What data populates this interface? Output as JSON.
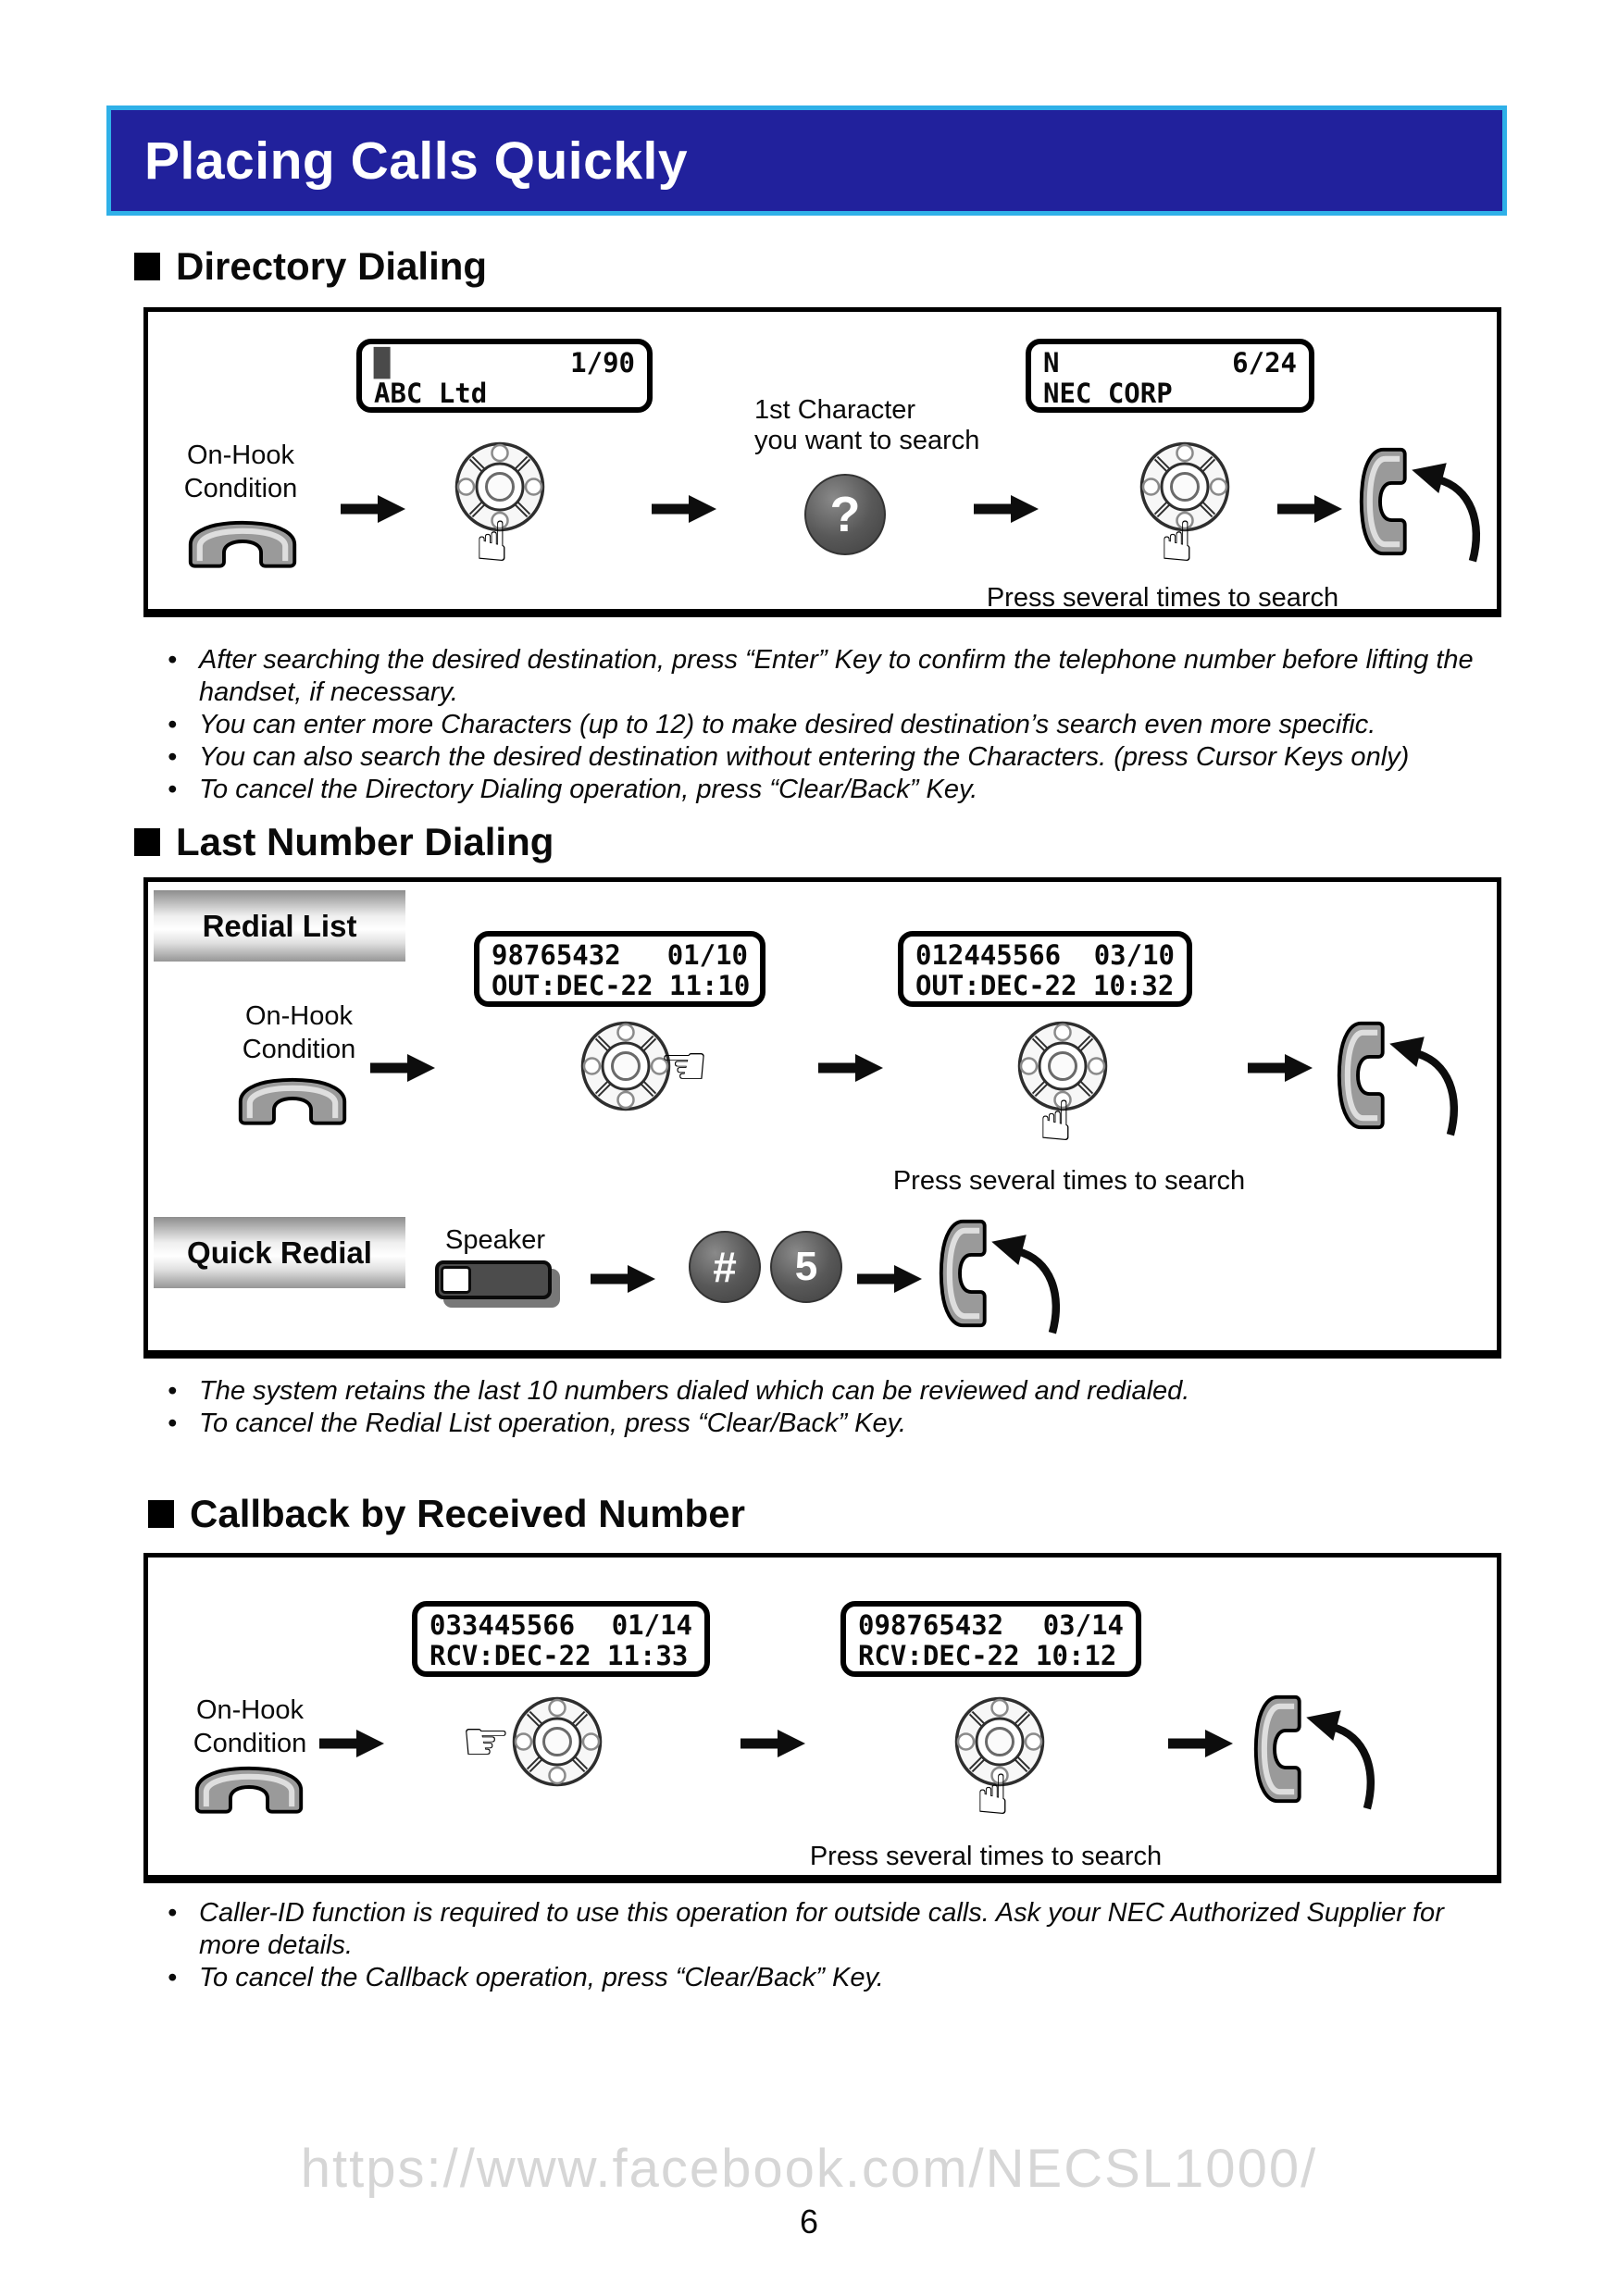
{
  "title": "Placing Calls Quickly",
  "icons": {
    "pointing_hand_up": "☝",
    "pointing_hand_left": "☜",
    "pointing_hand_right": "☞"
  },
  "directory": {
    "heading": "Directory Dialing",
    "display_left": {
      "line1_left": "█",
      "line1_right": "1/90",
      "line2": "ABC Ltd"
    },
    "display_right": {
      "line1_left": "N",
      "line1_right": "6/24",
      "line2": "NEC CORP"
    },
    "on_hook_label": "On-Hook\nCondition",
    "first_char_note": "1st Character\nyou want to search",
    "question_key_label": "?",
    "press_note": "Press several times to search",
    "bullets": [
      "After searching the desired destination, press “Enter” Key to confirm the telephone number before lifting the handset, if necessary.",
      "You can enter more Characters (up to 12) to make desired destination’s search even more specific.",
      "You can also search the desired destination without entering the Characters. (press Cursor Keys only)",
      "To cancel the Directory Dialing operation, press “Clear/Back” Key."
    ]
  },
  "last_number": {
    "heading": "Last Number Dialing",
    "redial_list_label": "Redial List",
    "quick_redial_label": "Quick Redial",
    "display_left": {
      "line1_left": "98765432",
      "line1_right": "01/10",
      "line2": "OUT:DEC-22 11:10"
    },
    "display_right": {
      "line1_left": "012445566",
      "line1_right": "03/10",
      "line2": "OUT:DEC-22 10:32"
    },
    "on_hook_label": "On-Hook\nCondition",
    "press_note": "Press several times to search",
    "speaker_label": "Speaker",
    "hash_key_label": "#",
    "five_key_label": "5",
    "bullets": [
      "The system retains the last 10 numbers dialed which can be reviewed and redialed.",
      "To cancel the Redial List operation, press “Clear/Back” Key."
    ]
  },
  "callback": {
    "heading": "Callback by Received Number",
    "display_left": {
      "line1_left": "033445566",
      "line1_right": "01/14",
      "line2": "RCV:DEC-22 11:33"
    },
    "display_right": {
      "line1_left": "098765432",
      "line1_right": "03/14",
      "line2": "RCV:DEC-22 10:12"
    },
    "on_hook_label": "On-Hook\nCondition",
    "press_note": "Press several times to search",
    "bullets": [
      "Caller-ID function is required to use this operation for outside calls. Ask your NEC Authorized Supplier for more details.",
      "To cancel the Callback operation, press “Clear/Back” Key."
    ]
  },
  "footer": {
    "watermark": "https://www.facebook.com/NECSL1000/",
    "page_number": "6"
  }
}
